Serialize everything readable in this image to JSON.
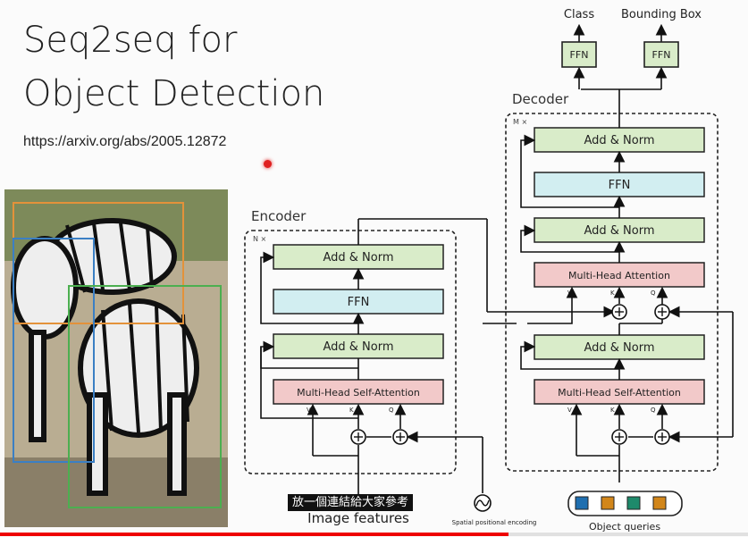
{
  "slide": {
    "title_line1": "Seq2seq for",
    "title_line2": "Object Detection",
    "url": "https://arxiv.org/abs/2005.12872",
    "subtitle_caption": "放一個連結給大家參考",
    "progress_fraction": 0.68
  },
  "diagram": {
    "encoder_label": "Encoder",
    "decoder_label": "Decoder",
    "encoder_repeat": "N ×",
    "decoder_repeat": "M ×",
    "blocks": {
      "add_norm": "Add & Norm",
      "ffn": "FFN",
      "mh_self_attention": "Multi-Head Self-Attention",
      "mh_attention": "Multi-Head Attention"
    },
    "head_ffn": "FFN",
    "class_label": "Class",
    "bbox_label": "Bounding Box",
    "v_label": "V",
    "k_label": "K",
    "q_label": "Q",
    "image_features": "Image features",
    "spatial_encoding": "Spatial positional encoding",
    "object_queries": "Object queries"
  },
  "colors": {
    "add_norm_fill": "#d9ecc9",
    "ffn_fill": "#d2eef1",
    "attention_fill": "#f2c9c9",
    "query_colors": [
      "#1f6fb0",
      "#d2861a",
      "#1e8a6b",
      "#d2861a"
    ]
  }
}
